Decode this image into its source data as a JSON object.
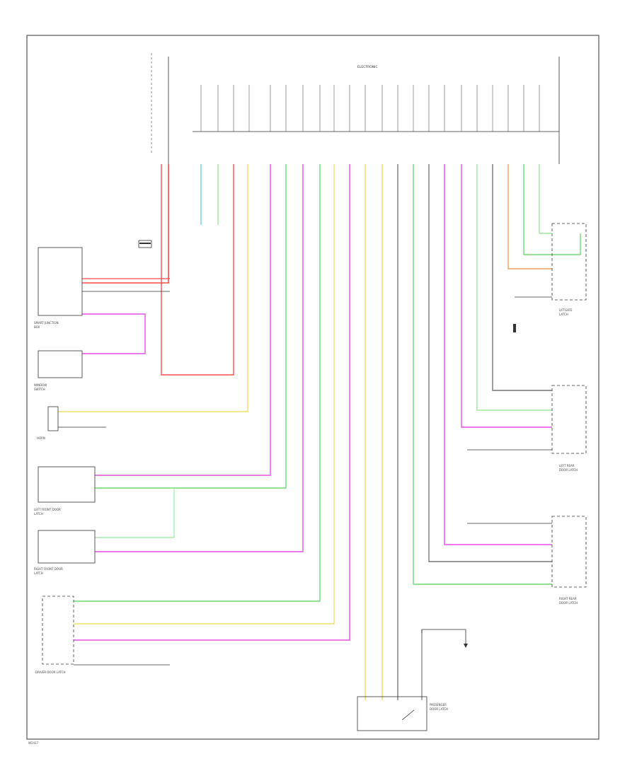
{
  "page": {
    "center_label": "ELECTRONIC",
    "footer_code": "W2417"
  },
  "components": [
    {
      "id": "left-module",
      "lines": [
        "SMART JUNCTION",
        "BOX"
      ]
    },
    {
      "id": "switch-small",
      "lines": [
        "WINDOW",
        "SWITCH"
      ]
    },
    {
      "id": "horn",
      "lines": [
        "HORN"
      ]
    },
    {
      "id": "lf-door",
      "lines": [
        "LEFT FRONT DOOR",
        "LATCH"
      ]
    },
    {
      "id": "rf-door",
      "lines": [
        "RIGHT FRONT DOOR",
        "LATCH"
      ]
    },
    {
      "id": "driver-lock",
      "lines": [
        "DRIVER DOOR LATCH"
      ]
    },
    {
      "id": "passenger-lock",
      "lines": [
        "PASSENGER",
        "DOOR LATCH"
      ]
    },
    {
      "id": "lr-door",
      "lines": [
        "LEFT REAR",
        "DOOR LATCH"
      ]
    },
    {
      "id": "rr-door",
      "lines": [
        "RIGHT REAR",
        "DOOR LATCH"
      ]
    },
    {
      "id": "liftgate",
      "lines": [
        "LIFTGATE",
        "LATCH"
      ]
    }
  ],
  "legend": {
    "wire_colors": {
      "red": "#ff4a4a",
      "pink": "#ff80b0",
      "magenta": "#e54fe5",
      "green": "#6edb6e",
      "yellow": "#f2df6a",
      "orange": "#f2a35a",
      "gray": "#777777",
      "lightgreen": "#9be89b",
      "cyan": "#6fd6d6"
    }
  }
}
